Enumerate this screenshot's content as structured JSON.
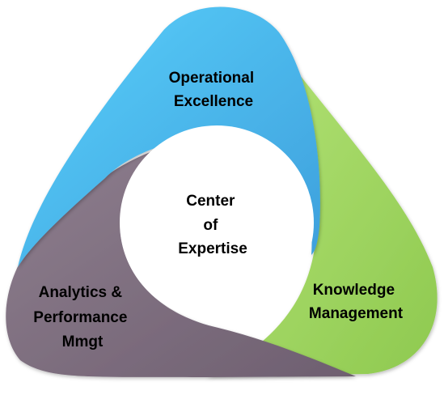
{
  "diagram": {
    "center": {
      "lines": [
        "Center",
        "of",
        "Expertise"
      ],
      "color": "#ffffff"
    },
    "segments": [
      {
        "id": "operational-excellence",
        "lines": [
          "Operational",
          "Excellence"
        ],
        "color": "#56c8f5",
        "color_dark": "#3fa0dc"
      },
      {
        "id": "knowledge-management",
        "lines": [
          "Knowledge",
          "Management"
        ],
        "color": "#a6da6a",
        "color_dark": "#8cc84d"
      },
      {
        "id": "analytics-performance",
        "lines": [
          "Analytics &",
          "Performance",
          "Mmgt"
        ],
        "color": "#857585",
        "color_dark": "#6f6070"
      }
    ]
  }
}
